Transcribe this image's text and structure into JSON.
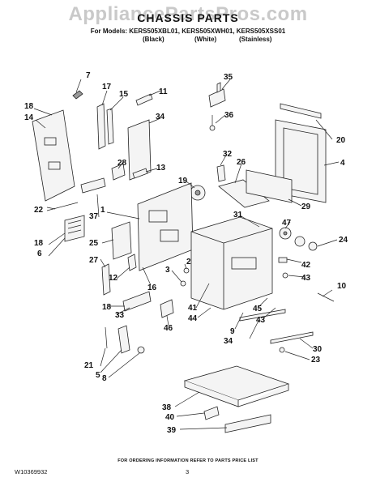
{
  "watermark": "AppliancePartsPros.com",
  "title": "CHASSIS PARTS",
  "models_line": "For Models: KERS505XBL01, KERS505XWH01, KERS505XSS01",
  "finishes": [
    "(Black)",
    "(White)",
    "(Stainless)"
  ],
  "footer_note": "FOR ORDERING INFORMATION REFER TO PARTS PRICE LIST",
  "doc_number": "W10369932",
  "page_number": "3",
  "callouts": [
    "1",
    "2",
    "3",
    "4",
    "5",
    "6",
    "7",
    "8",
    "9",
    "10",
    "11",
    "12",
    "13",
    "14",
    "15",
    "16",
    "17",
    "18",
    "18",
    "18",
    "19",
    "20",
    "21",
    "22",
    "23",
    "24",
    "25",
    "26",
    "27",
    "28",
    "29",
    "30",
    "31",
    "32",
    "33",
    "34",
    "34",
    "35",
    "36",
    "37",
    "38",
    "39",
    "40",
    "41",
    "42",
    "43",
    "43",
    "44",
    "45",
    "46",
    "47"
  ]
}
